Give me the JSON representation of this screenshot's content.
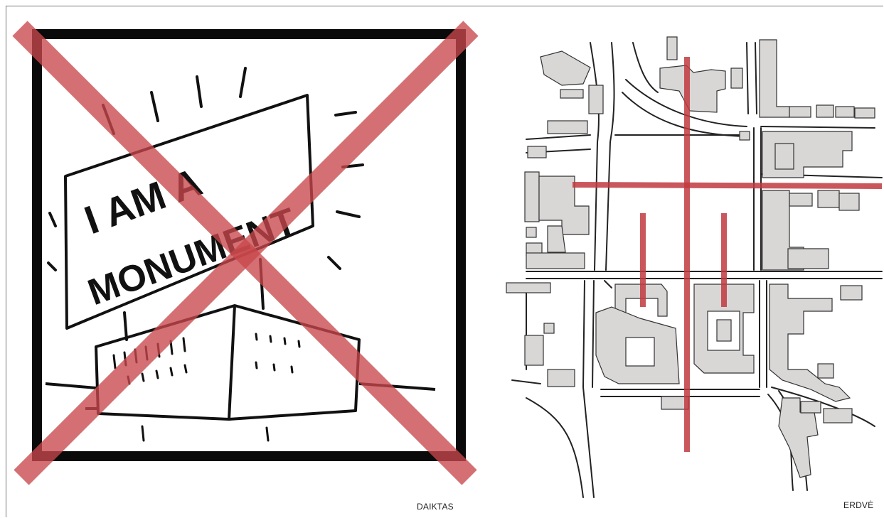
{
  "sketch": {
    "sign_line1": "I AM A",
    "sign_line2": "MONUMENT"
  },
  "captions": {
    "left": "DAIKTAS",
    "right": "ERDVĖ"
  },
  "colors": {
    "frame": "#0a0a0a",
    "cross": "#c8484c",
    "building_fill": "#d9d6d6",
    "axis": "#c0393f"
  }
}
